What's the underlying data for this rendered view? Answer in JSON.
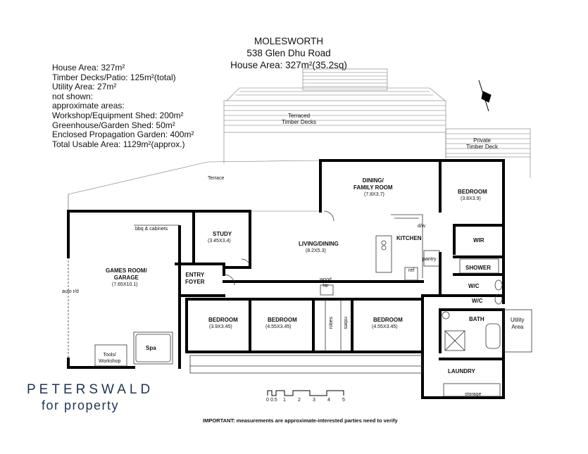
{
  "header": {
    "property_name": "MOLESWORTH",
    "address": "538 Glen Dhu Road",
    "house_area": "House Area: 327m²(35.2sq)"
  },
  "areas": [
    "House Area: 327m²",
    "Timber Decks/Patio: 125m²(total)",
    "Utility Area: 27m²",
    "not shown:",
    "approximate areas:",
    "Workshop/Equipment Shed: 200m²",
    "Greenhouse/Garden Shed: 50m²",
    "Enclosed Propagation Garden: 400m²",
    "Total Usable Area: 1129m²(approx.)"
  ],
  "rooms": {
    "terraced_decks": "Terraced\nTimber Decks",
    "private_deck": "Private\nTimber Deck",
    "terrace": "Terrace",
    "dining_name": "DINING/\nFAMILY ROOM",
    "dining_size": "(7.8X3.7)",
    "bedroom_ne_name": "BEDROOM",
    "bedroom_ne_size": "(3.8X3.9)",
    "dw": "d/w",
    "kitchen": "KITCHEN",
    "wir": "WIR",
    "pantry": "pantry",
    "ref": "ref",
    "shower": "SHOWER",
    "wc1": "W/C",
    "wc2": "W/C",
    "bbq": "bbq & cabinets",
    "study_name": "STUDY",
    "study_size": "(3.45X3.4)",
    "living_name": "LIVING/DINING",
    "living_size": "(8.2X5.3)",
    "games_name": "GAMES ROOM/\nGARAGE",
    "games_size": "(7.65X10.1)",
    "entry": "ENTRY\nFOYER",
    "auto_rd": "auto r/d",
    "wood_htr": "wood\nhtr",
    "bed1_name": "BEDROOM",
    "bed1_size": "(3.9X3.45)",
    "bed2_name": "BEDROOM",
    "bed2_size": "(4.55X3.45)",
    "bed3_name": "BEDROOM",
    "bed3_size": "(4.55X3.45)",
    "robes1": "robes",
    "robes2": "robes",
    "bath": "BATH",
    "utility": "Utility\nArea",
    "spa": "Spa",
    "tools": "Tools/\nWorkshop",
    "laundry": "LAUNDRY",
    "storage": "storage"
  },
  "scale": {
    "labels": [
      "0",
      "0.5",
      "1",
      "2",
      "3",
      "4",
      "5"
    ]
  },
  "brand": {
    "line1": "PETERSWALD",
    "line2": "for property"
  },
  "note": "IMPORTANT: measurements are approximate-interested parties need to verify",
  "compass_label": "N"
}
